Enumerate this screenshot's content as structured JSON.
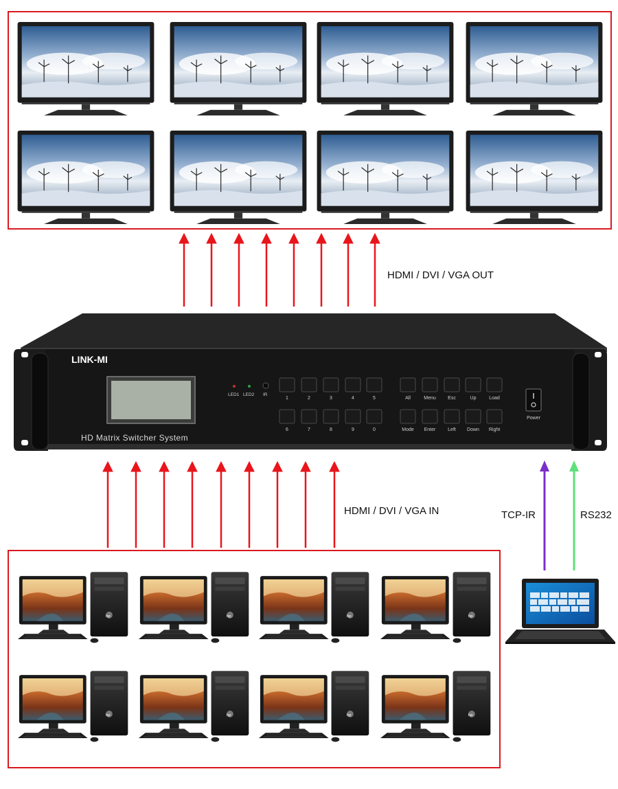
{
  "labels": {
    "out_label": "HDMI / DVI / VGA OUT",
    "in_label": "HDMI / DVI / VGA IN",
    "tcp_label": "TCP-IR",
    "rs232_label": "RS232"
  },
  "device": {
    "brand": "LINK-MI",
    "name": "HD Matrix Switcher System",
    "indicators": [
      "LED1",
      "LED2",
      "IR"
    ],
    "number_keys_top": [
      "1",
      "2",
      "3",
      "4",
      "5"
    ],
    "number_keys_bottom": [
      "6",
      "7",
      "8",
      "9",
      "0"
    ],
    "func_keys_top": [
      "All",
      "Menu",
      "Esc",
      "Up",
      "Load"
    ],
    "func_keys_bottom": [
      "Mode",
      "Enter",
      "Left",
      "Down",
      "Right"
    ],
    "power_label": "Power"
  },
  "colors": {
    "frame": "#d9191f",
    "signal_arrow": "#e8151b",
    "tcp_arrow": "#7b2fc9",
    "rs232_arrow": "#5fe07a"
  },
  "counts": {
    "monitors": 8,
    "computers": 8,
    "output_arrows": 8,
    "input_arrows": 9
  }
}
